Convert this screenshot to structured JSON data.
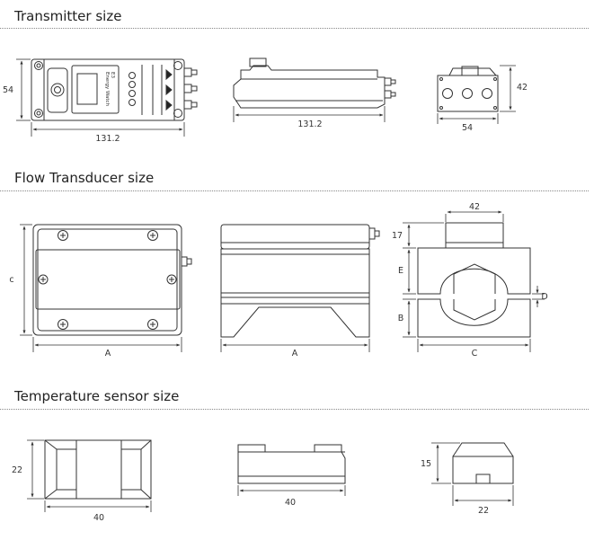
{
  "sections": {
    "transmitter": {
      "title": "Transmitter size",
      "front": {
        "height": "54",
        "width": "131.2",
        "display_brand": "Energy Watch",
        "display_num": "E3"
      },
      "side": {
        "width": "131.2"
      },
      "end": {
        "height": "42",
        "width": "54"
      }
    },
    "flow": {
      "title": "Flow Transducer size",
      "top": {
        "height": "c",
        "width": "A"
      },
      "side": {
        "width": "A"
      },
      "end": {
        "top_width": "42",
        "h17": "17",
        "e": "E",
        "b": "B",
        "d": "D",
        "c": "C"
      }
    },
    "temperature": {
      "title": "Temperature sensor size",
      "top": {
        "height": "22",
        "width": "40"
      },
      "side": {
        "width": "40"
      },
      "end": {
        "height": "15",
        "width": "22"
      }
    }
  }
}
